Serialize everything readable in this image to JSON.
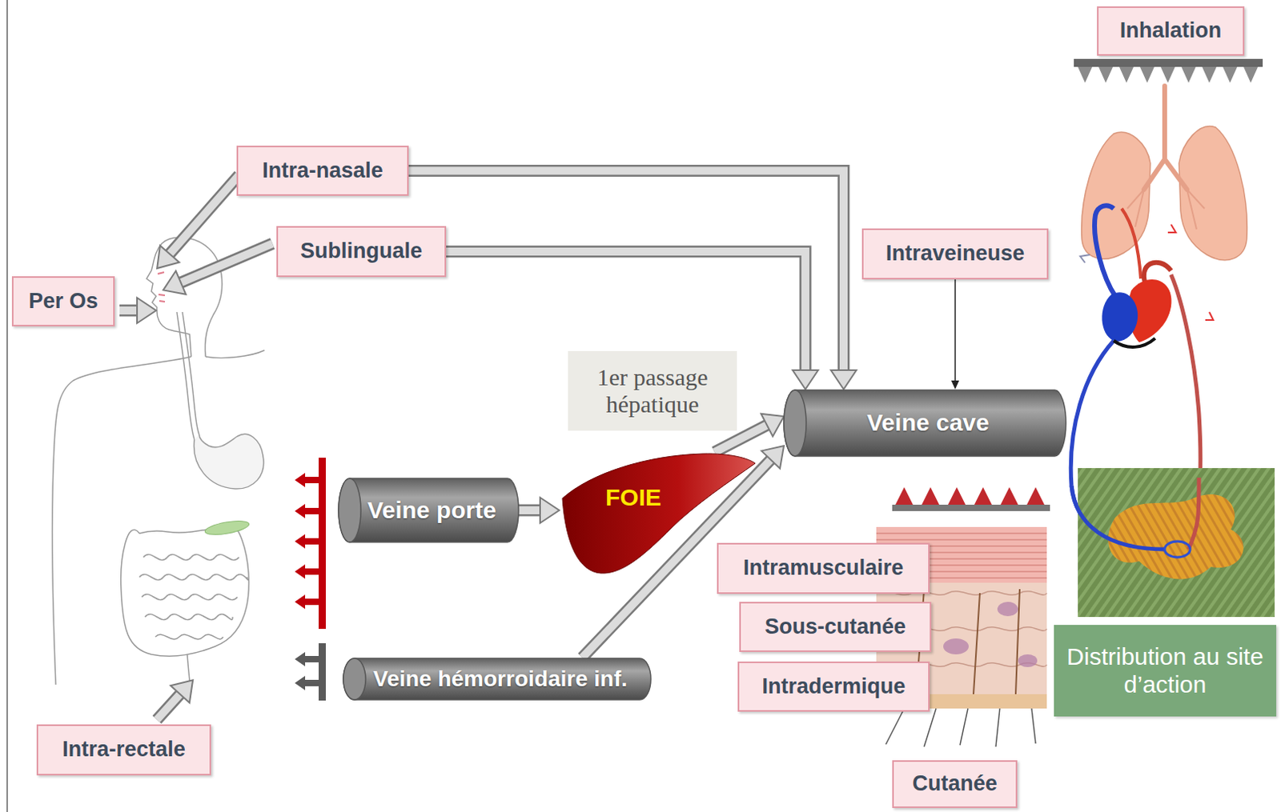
{
  "diagram": {
    "nodes": [
      {
        "text": [
          "Inhalation"
        ]
      },
      {
        "text": [
          "Intra-nasale"
        ]
      },
      {
        "text": [
          "Sublinguale"
        ]
      },
      {
        "text": [
          "Per Os"
        ]
      },
      {
        "text": [
          "Intraveineuse"
        ]
      },
      {
        "text": [
          "1er passage hépatique"
        ]
      },
      {
        "text": [
          "Veine cave"
        ]
      },
      {
        "text": [
          "Veine porte"
        ]
      },
      {
        "text": [
          "FOIE"
        ]
      },
      {
        "text": [
          "Intramusculaire"
        ]
      },
      {
        "text": [
          "Sous-cutanée"
        ]
      },
      {
        "text": [
          "Intradermique"
        ]
      },
      {
        "text": [
          "Veine hémorroidaire inf."
        ]
      },
      {
        "text": [
          "Distribution au site d’action"
        ]
      },
      {
        "text": [
          "Intra-rectale"
        ]
      },
      {
        "text": [
          "Cutanée"
        ]
      }
    ],
    "edges": [
      {
        "from": 1,
        "to": 6,
        "arrow": "to"
      },
      {
        "from": 2,
        "to": 6,
        "arrow": "to"
      },
      {
        "from": 4,
        "to": 6,
        "arrow": "to"
      },
      {
        "from": 7,
        "to": 8,
        "arrow": "to"
      },
      {
        "from": 8,
        "to": 6,
        "arrow": "to"
      },
      {
        "from": 12,
        "to": 6,
        "arrow": "to"
      }
    ]
  }
}
